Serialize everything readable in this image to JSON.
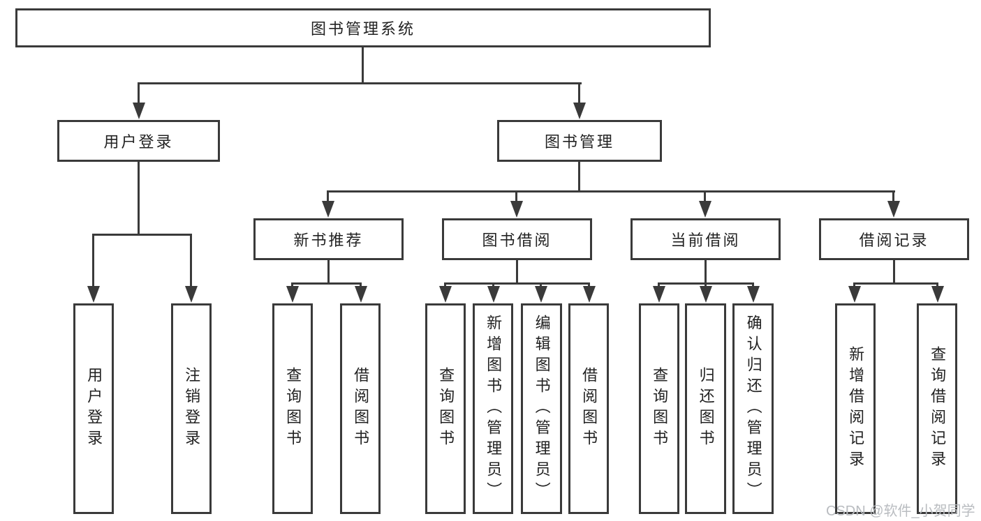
{
  "colors": {
    "line": "#3a3a3a",
    "text": "#222222",
    "box_bg": "#ffffff",
    "page_bg": "#ffffff",
    "watermark": "#b9bcc0"
  },
  "watermark": {
    "text": "CSDN @软件_小贺同学"
  },
  "nodes": {
    "root": {
      "label": "图书管理系统"
    },
    "user_login": {
      "label": "用户登录"
    },
    "book_mgmt": {
      "label": "图书管理"
    },
    "new_book_rec": {
      "label": "新书推荐"
    },
    "book_borrow": {
      "label": "图书借阅"
    },
    "current_borrow": {
      "label": "当前借阅"
    },
    "borrow_record": {
      "label": "借阅记录"
    },
    "leaf_user_login": {
      "label": "用户登录"
    },
    "leaf_logout_login": {
      "label": "注销登录"
    },
    "leaf_query_book_rec": {
      "label": "查询图书"
    },
    "leaf_borrow_book_rec": {
      "label": "借阅图书"
    },
    "leaf_query_book_borrow": {
      "label": "查询图书"
    },
    "leaf_add_book_admin": {
      "label": "新增图书（管理员）"
    },
    "leaf_edit_book_admin": {
      "label": "编辑图书（管理员）"
    },
    "leaf_borrow_book_borrow": {
      "label": "借阅图书"
    },
    "leaf_query_book_current": {
      "label": "查询图书"
    },
    "leaf_return_book": {
      "label": "归还图书"
    },
    "leaf_confirm_return_admin": {
      "label": "确认归还（管理员）"
    },
    "leaf_add_borrow_record": {
      "label": "新增借阅记录"
    },
    "leaf_query_borrow_record": {
      "label": "查询借阅记录"
    }
  }
}
